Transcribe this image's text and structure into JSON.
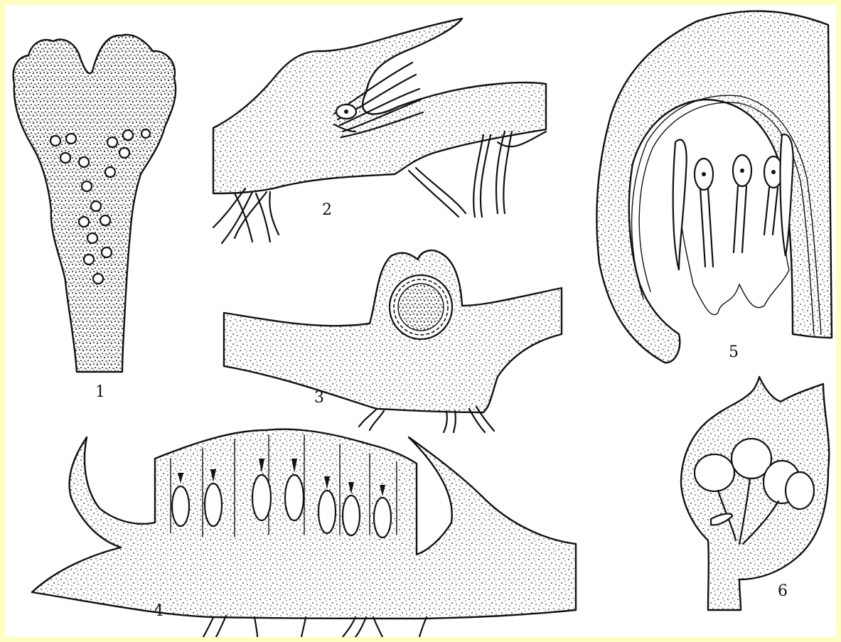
{
  "colors": {
    "border": "#fefec0",
    "background": "#ffffff",
    "ink": "#111111"
  },
  "figures": [
    {
      "label": "1"
    },
    {
      "label": "2"
    },
    {
      "label": "3"
    },
    {
      "label": "4"
    },
    {
      "label": "5"
    },
    {
      "label": "6"
    }
  ]
}
